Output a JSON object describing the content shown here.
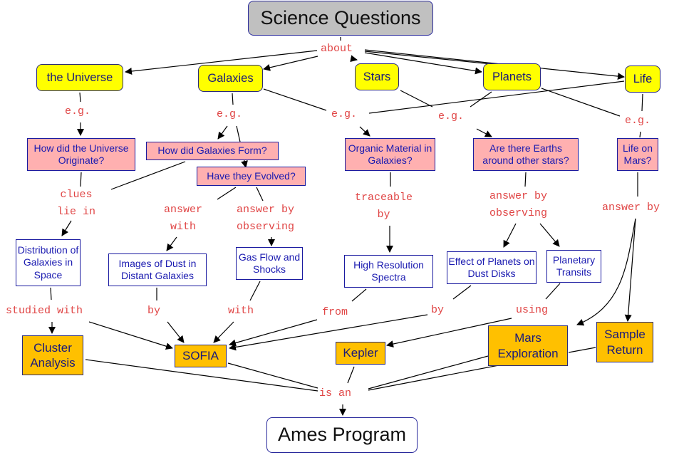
{
  "diagram": {
    "title": "Science Questions",
    "nodes": {
      "root": "Science Questions",
      "universe": "the Universe",
      "galaxies": "Galaxies",
      "stars": "Stars",
      "planets": "Planets",
      "life": "Life",
      "q_universe": "How did the Universe Originate?",
      "q_galaxies_form": "How did Galaxies Form?",
      "q_evolved": "Have they Evolved?",
      "q_organic": "Organic Material in Galaxies?",
      "q_earths": "Are there Earths around other stars?",
      "q_life_mars": "Life on Mars?",
      "m_distribution": "Distribution of Galaxies in Space",
      "m_dust_images": "Images of Dust in Distant Galaxies",
      "m_gas_flow": "Gas Flow and Shocks",
      "m_spectra": "High Resolution Spectra",
      "m_dust_disks": "Effect of Planets on Dust Disks",
      "m_transits": "Planetary Transits",
      "p_cluster": "Cluster Analysis",
      "p_sofia": "SOFIA",
      "p_kepler": "Kepler",
      "p_mars": "Mars Exploration",
      "p_sample": "Sample Return",
      "ames": "Ames Program"
    },
    "links": {
      "about": "about",
      "eg_universe": "e.g.",
      "eg_galaxies": "e.g.",
      "eg_organic": "e.g.",
      "eg_earths": "e.g.",
      "eg_life": "e.g.",
      "clues": "clues\nlie in",
      "answer_with": "answer\nwith",
      "answer_by_obs1": "answer by\nobserving",
      "traceable": "traceable\nby",
      "answer_by_obs2": "answer by\nobserving",
      "answer_by": "answer by",
      "studied_with": "studied with",
      "by1": "by",
      "with": "with",
      "from": "from",
      "by2": "by",
      "using": "using",
      "is_an": "is an"
    }
  }
}
